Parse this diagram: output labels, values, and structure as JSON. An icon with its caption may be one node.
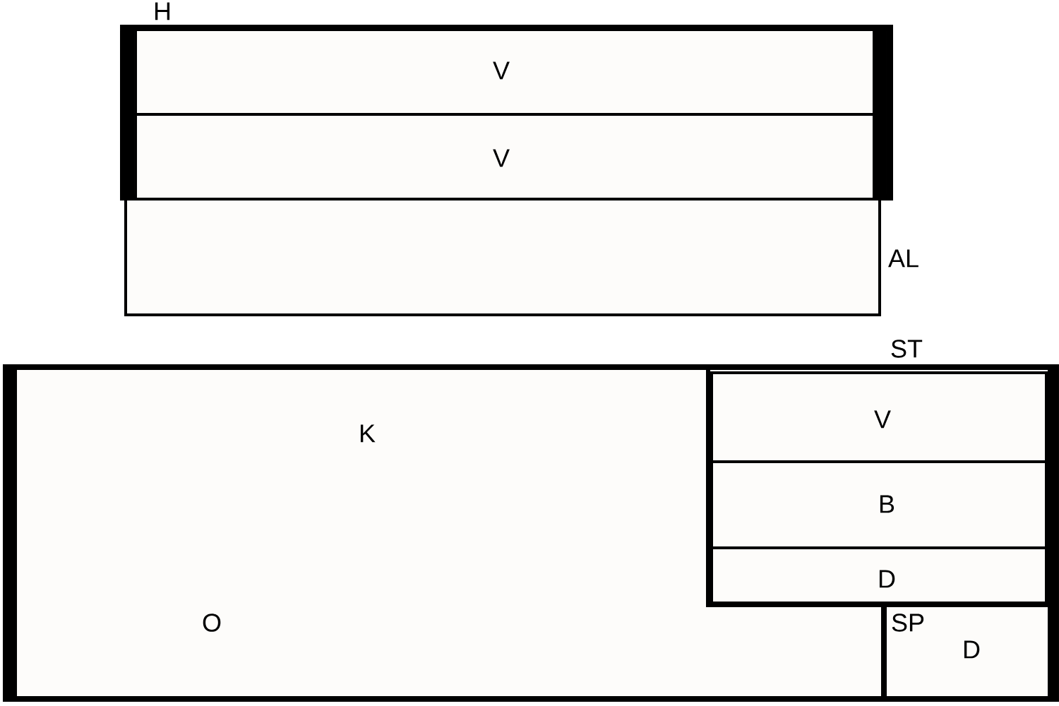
{
  "diagram": {
    "nodes": [
      {
        "text": [
          "H"
        ]
      },
      {
        "text": [
          "V"
        ],
        "in": 0
      },
      {
        "text": [
          "V"
        ],
        "in": 0
      },
      {
        "text": [
          "AL"
        ]
      },
      {
        "text": [
          "K",
          "O"
        ]
      },
      {
        "text": [
          "ST"
        ],
        "in": 4
      },
      {
        "text": [
          "V"
        ],
        "in": 5
      },
      {
        "text": [
          "B"
        ],
        "in": 5
      },
      {
        "text": [
          "D"
        ],
        "in": 5
      },
      {
        "text": [
          "SP",
          "D"
        ],
        "in": 4
      }
    ]
  }
}
